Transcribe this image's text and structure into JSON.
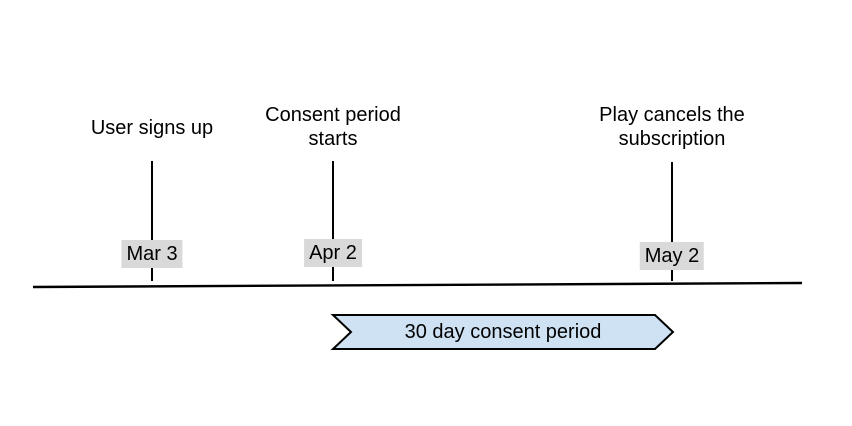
{
  "diagram": {
    "type": "timeline",
    "events": [
      {
        "label": "User signs up",
        "date": "Mar 3"
      },
      {
        "label": "Consent period starts",
        "date": "Apr 2"
      },
      {
        "label": "Play cancels the subscription",
        "date": "May 2"
      }
    ],
    "banner": {
      "label": "30 day consent period",
      "spans_from_date": "Apr 2",
      "spans_to_date": "May 2"
    },
    "colors": {
      "banner_fill": "#cfe2f3",
      "banner_border": "#000000",
      "date_chip_bg": "#d9d9d9",
      "line": "#000000",
      "text": "#000000",
      "background": "#ffffff"
    }
  }
}
